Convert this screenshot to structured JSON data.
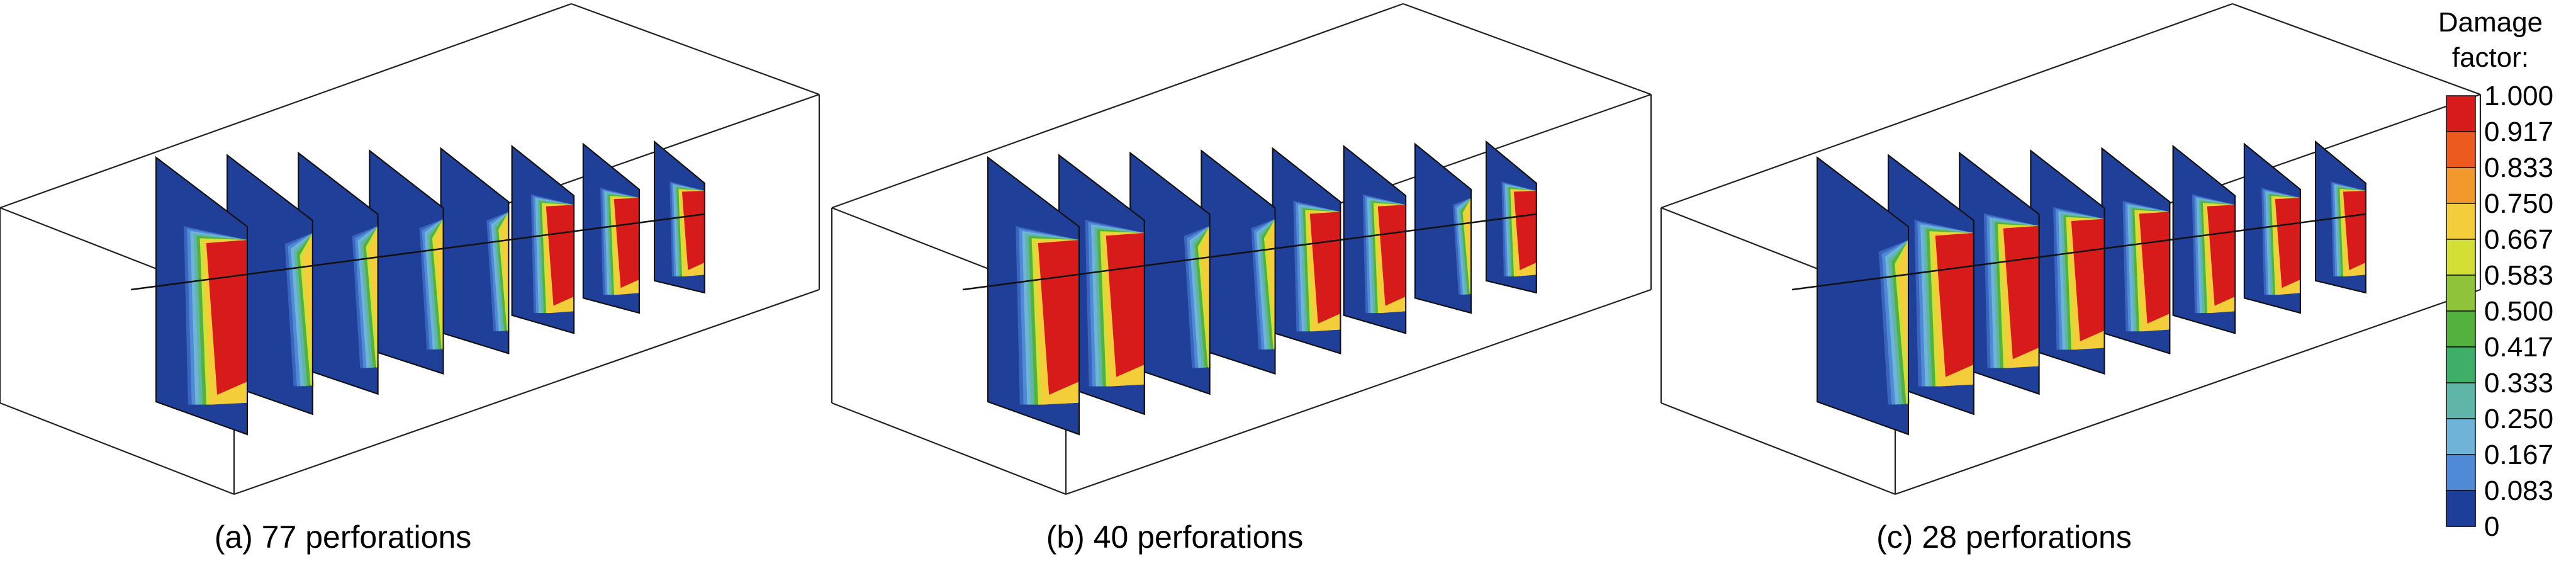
{
  "panels": [
    {
      "caption": "(a) 77 perforations",
      "damaged": [
        true,
        false,
        false,
        false,
        false,
        true,
        true,
        true
      ]
    },
    {
      "caption": "(b) 40 perforations",
      "damaged": [
        true,
        true,
        false,
        false,
        true,
        true,
        false,
        true
      ]
    },
    {
      "caption": "(c) 28 perforations",
      "damaged": [
        false,
        true,
        true,
        true,
        true,
        true,
        true,
        true
      ]
    }
  ],
  "legend": {
    "title_line1": "Damage",
    "title_line2": "factor:",
    "levels": [
      "1.000",
      "0.917",
      "0.833",
      "0.750",
      "0.667",
      "0.583",
      "0.500",
      "0.417",
      "0.333",
      "0.250",
      "0.167",
      "0.083",
      "0"
    ],
    "colors": [
      "#d71a1a",
      "#ec5a1f",
      "#f1992b",
      "#f4cd3a",
      "#d4df36",
      "#8fc33a",
      "#53b23e",
      "#3fae66",
      "#5fb6a8",
      "#6fb4d8",
      "#4f8ad6",
      "#3a64bd",
      "#1e3f99"
    ]
  },
  "colors": {
    "plane_base": "#1f3f98",
    "damage_red": "#d71a1a",
    "box_edge": "#222222"
  }
}
